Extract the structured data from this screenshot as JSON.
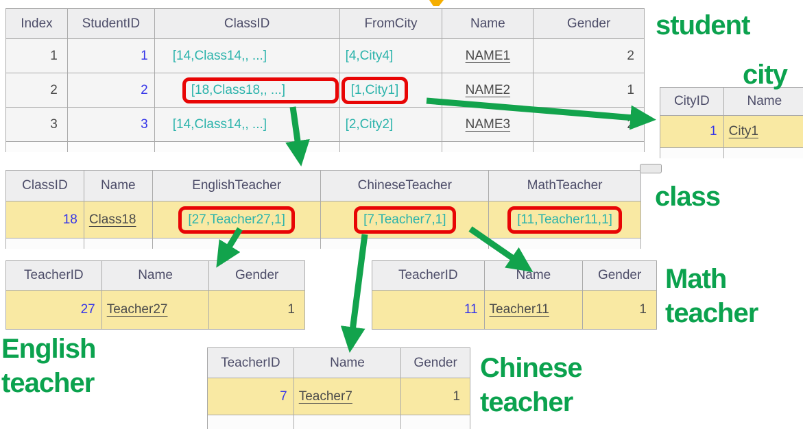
{
  "labels": {
    "student": "student",
    "city": "city",
    "class": "class",
    "english_line1": "English",
    "english_line2": "teacher",
    "math_line1": "Math",
    "math_line2": "teacher",
    "chinese_line1": "Chinese",
    "chinese_line2": "teacher"
  },
  "tables": {
    "student": {
      "columns": [
        "Index",
        "StudentID",
        "ClassID",
        "FromCity",
        "Name",
        "Gender"
      ],
      "rows": [
        [
          "1",
          "1",
          "[14,Class14,, ...]",
          "[4,City4]",
          "NAME1",
          "2"
        ],
        [
          "2",
          "2",
          "[18,Class18,, ...]",
          "[1,City1]",
          "NAME2",
          "1"
        ],
        [
          "3",
          "3",
          "[14,Class14,, ...]",
          "[2,City2]",
          "NAME3",
          "2"
        ]
      ]
    },
    "city": {
      "columns": [
        "CityID",
        "Name"
      ],
      "rows": [
        [
          "1",
          "City1"
        ]
      ]
    },
    "class": {
      "columns": [
        "ClassID",
        "Name",
        "EnglishTeacher",
        "ChineseTeacher",
        "MathTeacher"
      ],
      "rows": [
        [
          "18",
          "Class18",
          "[27,Teacher27,1]",
          "[7,Teacher7,1]",
          "[11,Teacher11,1]"
        ]
      ]
    },
    "english_teacher": {
      "columns": [
        "TeacherID",
        "Name",
        "Gender"
      ],
      "rows": [
        [
          "27",
          "Teacher27",
          "1"
        ]
      ]
    },
    "math_teacher": {
      "columns": [
        "TeacherID",
        "Name",
        "Gender"
      ],
      "rows": [
        [
          "11",
          "Teacher11",
          "1"
        ]
      ]
    },
    "chinese_teacher": {
      "columns": [
        "TeacherID",
        "Name",
        "Gender"
      ],
      "rows": [
        [
          "7",
          "Teacher7",
          "1"
        ]
      ]
    }
  },
  "colors": {
    "label_green": "#0ba24e",
    "arrow_green": "#12a34c",
    "highlight_red": "#e80505",
    "reference_teal": "#2bb3ab",
    "id_blue": "#3535e8",
    "row_yellow": "#f9e9a3",
    "header_grey": "#eeeeef",
    "arrow_fragment_yellow": "#f5ae00"
  }
}
